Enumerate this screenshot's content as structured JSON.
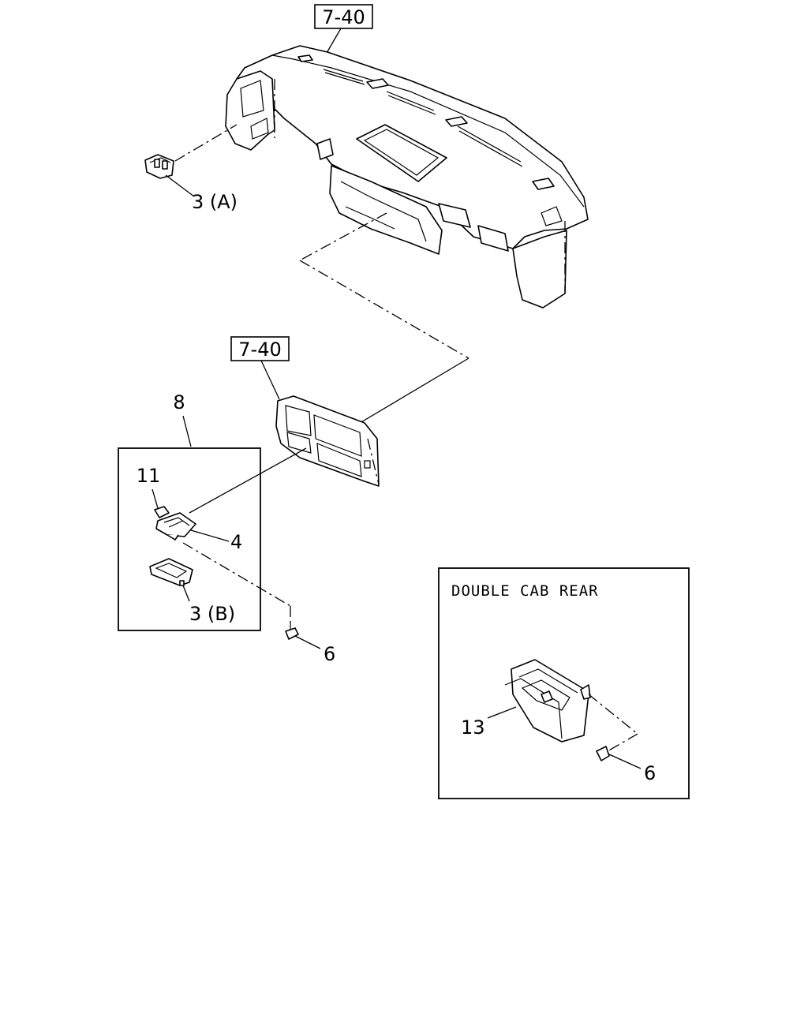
{
  "diagram": {
    "refs": [
      "7-40",
      "7-40"
    ],
    "callouts": {
      "c3a": "3 (A)",
      "c8": "8",
      "c11": "11",
      "c4": "4",
      "c3b": "3 (B)",
      "c6a": "6",
      "c13": "13",
      "c6b": "6"
    },
    "inset_title": "DOUBLE CAB REAR"
  }
}
